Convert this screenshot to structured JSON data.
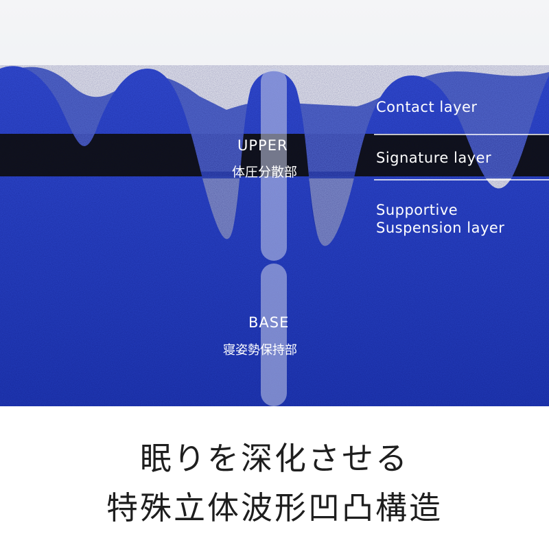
{
  "labels": {
    "upper_en": "UPPER",
    "upper_ja": "体圧分散部",
    "base_en": "BASE",
    "base_ja": "寝姿勢保持部"
  },
  "layers": {
    "contact": "Contact layer",
    "signature": "Signature layer",
    "supportive_line1": "Supportive",
    "supportive_line2": "Suspension layer"
  },
  "headline": {
    "line1": "眠りを深化させる",
    "line2": "特殊立体波形凹凸構造"
  },
  "colors": {
    "foam_blue": "#2a45c8",
    "band_black": "#111318",
    "background": "#ffffff",
    "headline_text": "#1e1e1e",
    "guide_bar": "#a9b0d8"
  }
}
